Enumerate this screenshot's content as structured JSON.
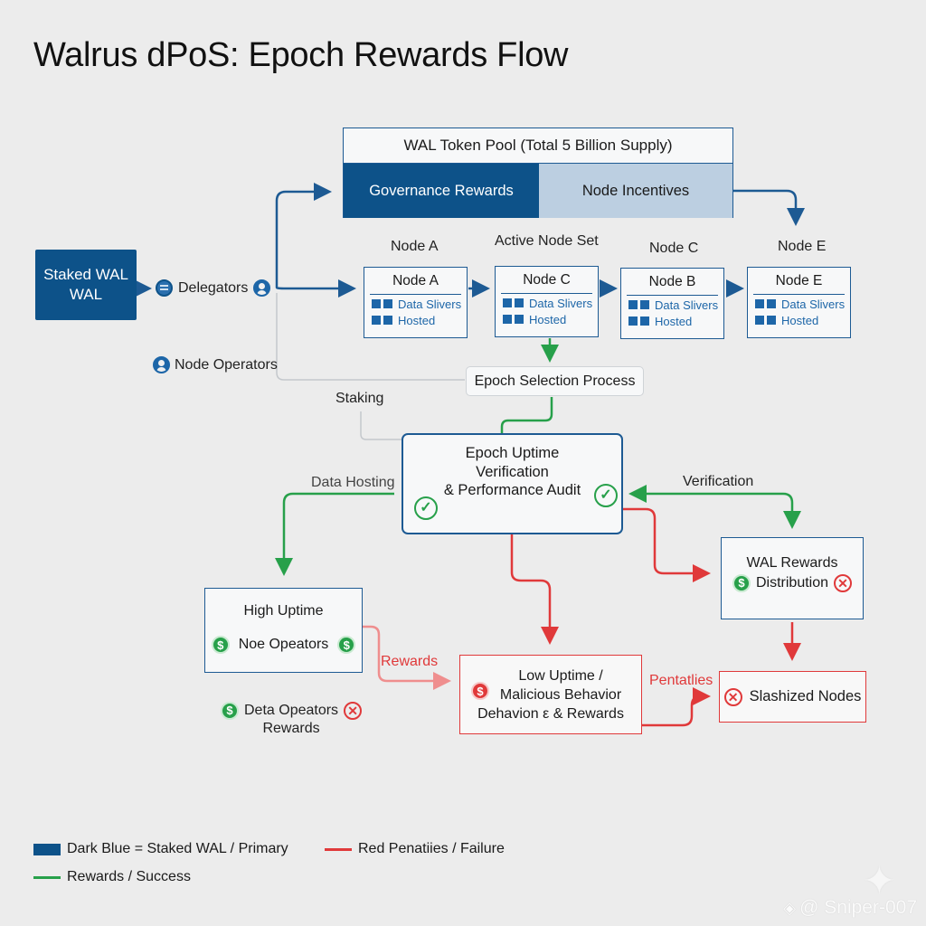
{
  "title": "Walrus dPoS: Epoch Rewards Flow",
  "token_pool": {
    "header": "WAL Token Pool (Total 5 Billion Supply)",
    "governance": "Governance Rewards",
    "node_incentives": "Node Incentives"
  },
  "staked": {
    "line1": "Staked WAL",
    "line2": "WAL"
  },
  "actors": {
    "delegators": "Delegators",
    "node_operators": "Node Operators"
  },
  "node_labels": {
    "a": "Node A",
    "active_set": "Active Node Set",
    "c": "Node C",
    "e": "Node E"
  },
  "nodes": [
    {
      "name": "Node A",
      "line1": "Data Slivers",
      "line2": "Hosted"
    },
    {
      "name": "Node C",
      "line1": "Data Slivers",
      "line2": "Hosted"
    },
    {
      "name": "Node B",
      "line1": "Data Slivers",
      "line2": "Hosted"
    },
    {
      "name": "Node E",
      "line1": "Data Slivers",
      "line2": "Hosted"
    }
  ],
  "selection": "Epoch Selection Process",
  "staking_label": "Staking",
  "audit": {
    "line1": "Epoch Uptime",
    "line2": "Verification",
    "line3": "& Performance Audit"
  },
  "data_hosting_label": "Data Hosting",
  "verification_label": "Verification",
  "wal_rewards": {
    "line1": "WAL Rewards",
    "line2": "Distribution"
  },
  "high_uptime": {
    "title": "High Uptime",
    "sub": "Noe Opeators"
  },
  "rewards_label": "Rewards",
  "low_uptime": {
    "line1": "Low Uptime /",
    "line2": "Malicious Behavior",
    "line3": "Dehavion ε & Rewards"
  },
  "penalties_label": "Pentatlies",
  "slashed": "Slashized Nodes",
  "data_operators": {
    "line1": "Deta Opeators",
    "line2": "Rewards"
  },
  "legend": {
    "blue": "Dark Blue = Staked WAL / Primary",
    "red": "Red Penatiies / Failure",
    "green": "Rewards / Success"
  },
  "icons": {
    "dollar": "$",
    "cross": "✕",
    "check": "✓",
    "star": "✦"
  },
  "watermark": "@ Sniper-007",
  "colors": {
    "primary": "#0d5289",
    "light_blue": "#bccfe1",
    "success": "#27a04a",
    "failure": "#e0393a",
    "background": "#ececec"
  }
}
